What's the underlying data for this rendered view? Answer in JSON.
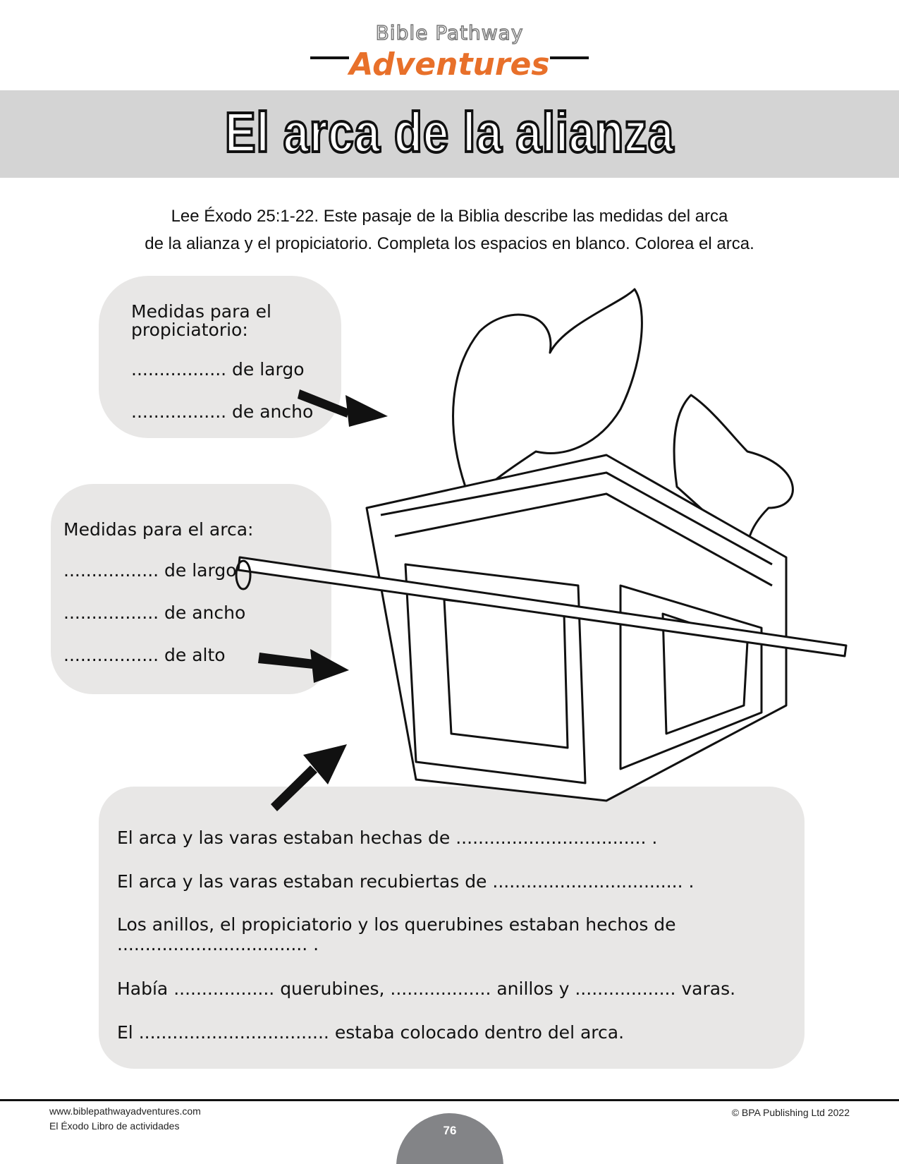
{
  "logo": {
    "line1": "Bible Pathway",
    "line2": "Adventures"
  },
  "title": "El arca de la alianza",
  "intro": [
    "Lee Éxodo 25:1-22. Este pasaje de la Biblia describe las medidas del arca",
    "de la alianza y el propiciatorio. Completa los espacios en blanco. Colorea el arca."
  ],
  "box1": {
    "heading": "Medidas para el propiciatorio:",
    "lines": [
      "................. de largo",
      "................. de ancho"
    ]
  },
  "box2": {
    "heading": "Medidas para el arca:",
    "lines": [
      "................. de largo",
      "................. de ancho",
      "................. de alto"
    ]
  },
  "box3": {
    "lines": [
      "El arca y las varas estaban hechas de .................................. .",
      "El arca y las varas estaban recubiertas de .................................. .",
      "Los anillos, el propiciatorio y los querubines estaban hechos de .................................. .",
      "Había  .................. querubines, .................. anillos y .................. varas.",
      "El .................................. estaba colocado dentro del arca."
    ]
  },
  "footer": {
    "url": "www.biblepathwayadventures.com",
    "book": "El Éxodo Libro de actividades",
    "copyright": "© BPA Publishing Ltd 2022",
    "page": "76"
  }
}
